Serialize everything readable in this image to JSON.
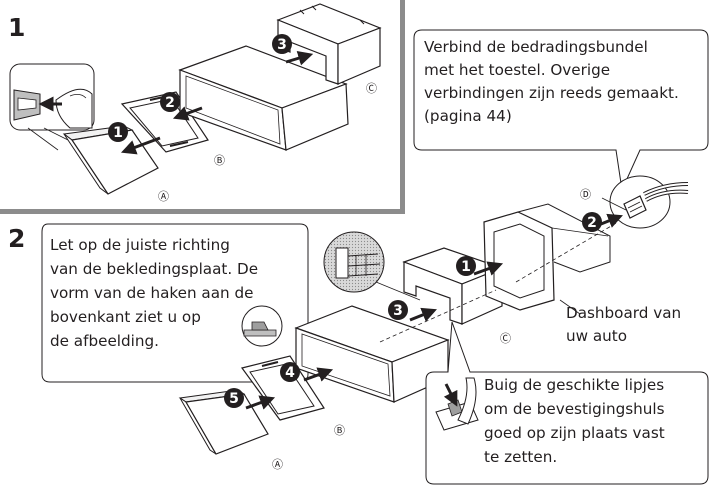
{
  "step1": {
    "number": "1",
    "callouts": [
      "1",
      "2",
      "3"
    ],
    "labels": {
      "a": "Ⓐ",
      "b": "Ⓑ",
      "c": "Ⓒ"
    }
  },
  "step2": {
    "number": "2",
    "callouts": [
      "1",
      "2",
      "3",
      "4",
      "5"
    ],
    "labels": {
      "a": "Ⓐ",
      "b": "Ⓑ",
      "c": "Ⓒ",
      "d": "Ⓓ"
    },
    "dashboard_label": [
      "Dashboard van",
      "uw auto"
    ]
  },
  "notes": {
    "wiring": [
      "Verbind de bedradingsbundel",
      "met het toestel. Overige",
      "verbindingen zijn reeds gemaakt.",
      "(pagina 44)"
    ],
    "trim": [
      "Let op de juiste richting",
      "van de bekledingsplaat. De",
      "vorm van de haken aan de",
      "bovenkant ziet u op",
      "de afbeelding."
    ],
    "tabs": [
      "Buig de geschikte lipjes",
      "om de bevestigingshuls",
      "goed op zijn plaats vast",
      "te zetten."
    ]
  }
}
